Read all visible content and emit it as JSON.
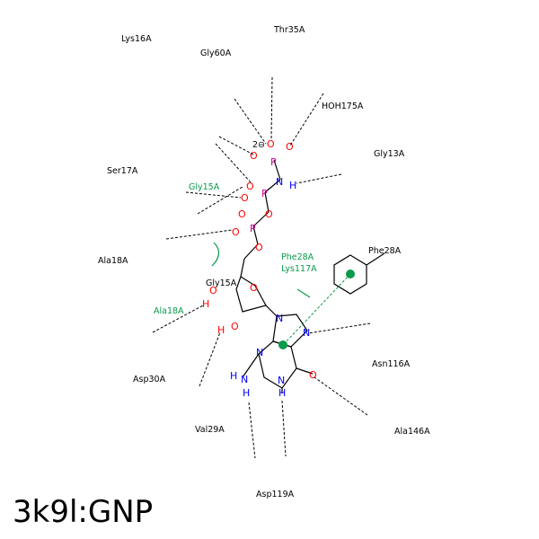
{
  "title": "3k9l:GNP",
  "colors": {
    "carbon": "#000000",
    "oxygen": "#ff0000",
    "nitrogen": "#0000ff",
    "phosphorus": "#cc0099",
    "hydrophobic": "#0a9a4a"
  },
  "residues": [
    "Lys16A",
    "Gly60A",
    "Thr35A",
    "HOH175A",
    "Gly13A",
    "Ser17A",
    "Gly15A",
    "Ala18A",
    "Phe28A",
    "Asn116A",
    "Asp30A",
    "Val29A",
    "Asp119A",
    "Ala146A"
  ],
  "hydrophobic_labels": [
    "Gly15A",
    "Phe28A",
    "Lys117A",
    "Ala18A"
  ],
  "ligand_charge_label": "2⊖"
}
